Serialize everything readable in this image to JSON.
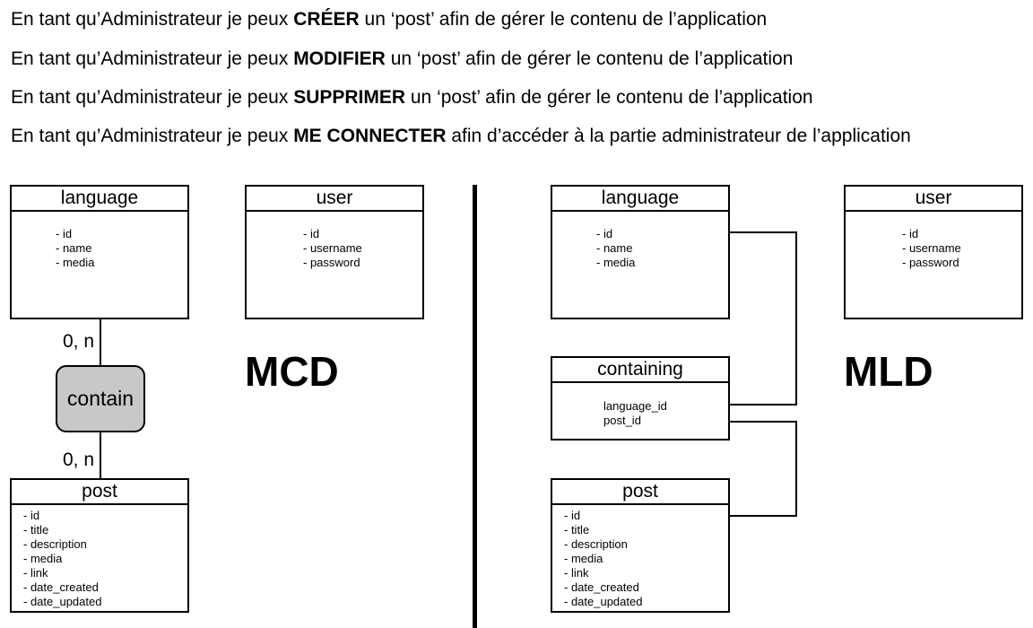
{
  "user_stories": [
    {
      "prefix": "En tant qu’Administrateur je peux ",
      "action": "CRÉER",
      "suffix": " un ‘post’ afin de gérer le contenu de l’application"
    },
    {
      "prefix": "En tant qu’Administrateur je peux ",
      "action": "MODIFIER",
      "suffix": " un ‘post’ afin de gérer le contenu de l’application"
    },
    {
      "prefix": "En tant qu’Administrateur je peux ",
      "action": "SUPPRIMER",
      "suffix": " un ‘post’ afin de gérer le contenu de l’application"
    },
    {
      "prefix": "En tant qu’Administrateur je peux ",
      "action": "ME CONNECTER",
      "suffix": " afin d’accéder à la partie administrateur de l’application"
    }
  ],
  "mcd": {
    "label": "MCD",
    "language": {
      "title": "language",
      "fields": [
        "- id",
        "- name",
        "- media"
      ]
    },
    "user": {
      "title": "user",
      "fields": [
        "- id",
        "- username",
        "- password"
      ]
    },
    "post": {
      "title": "post",
      "fields": [
        "- id",
        "- title",
        "- description",
        "- media",
        "- link",
        "- date_created",
        "- date_updated"
      ]
    },
    "association": {
      "label": "contain",
      "cardinality_top": "0, n",
      "cardinality_bottom": "0, n"
    }
  },
  "mld": {
    "label": "MLD",
    "language": {
      "title": "language",
      "fields": [
        "- id",
        "- name",
        "- media"
      ]
    },
    "user": {
      "title": "user",
      "fields": [
        "- id",
        "- username",
        "- password"
      ]
    },
    "containing": {
      "title": "containing",
      "fields": [
        "language_id",
        "post_id"
      ]
    },
    "post": {
      "title": "post",
      "fields": [
        "- id",
        "- title",
        "- description",
        "- media",
        "- link",
        "- date_created",
        "- date_updated"
      ]
    }
  }
}
